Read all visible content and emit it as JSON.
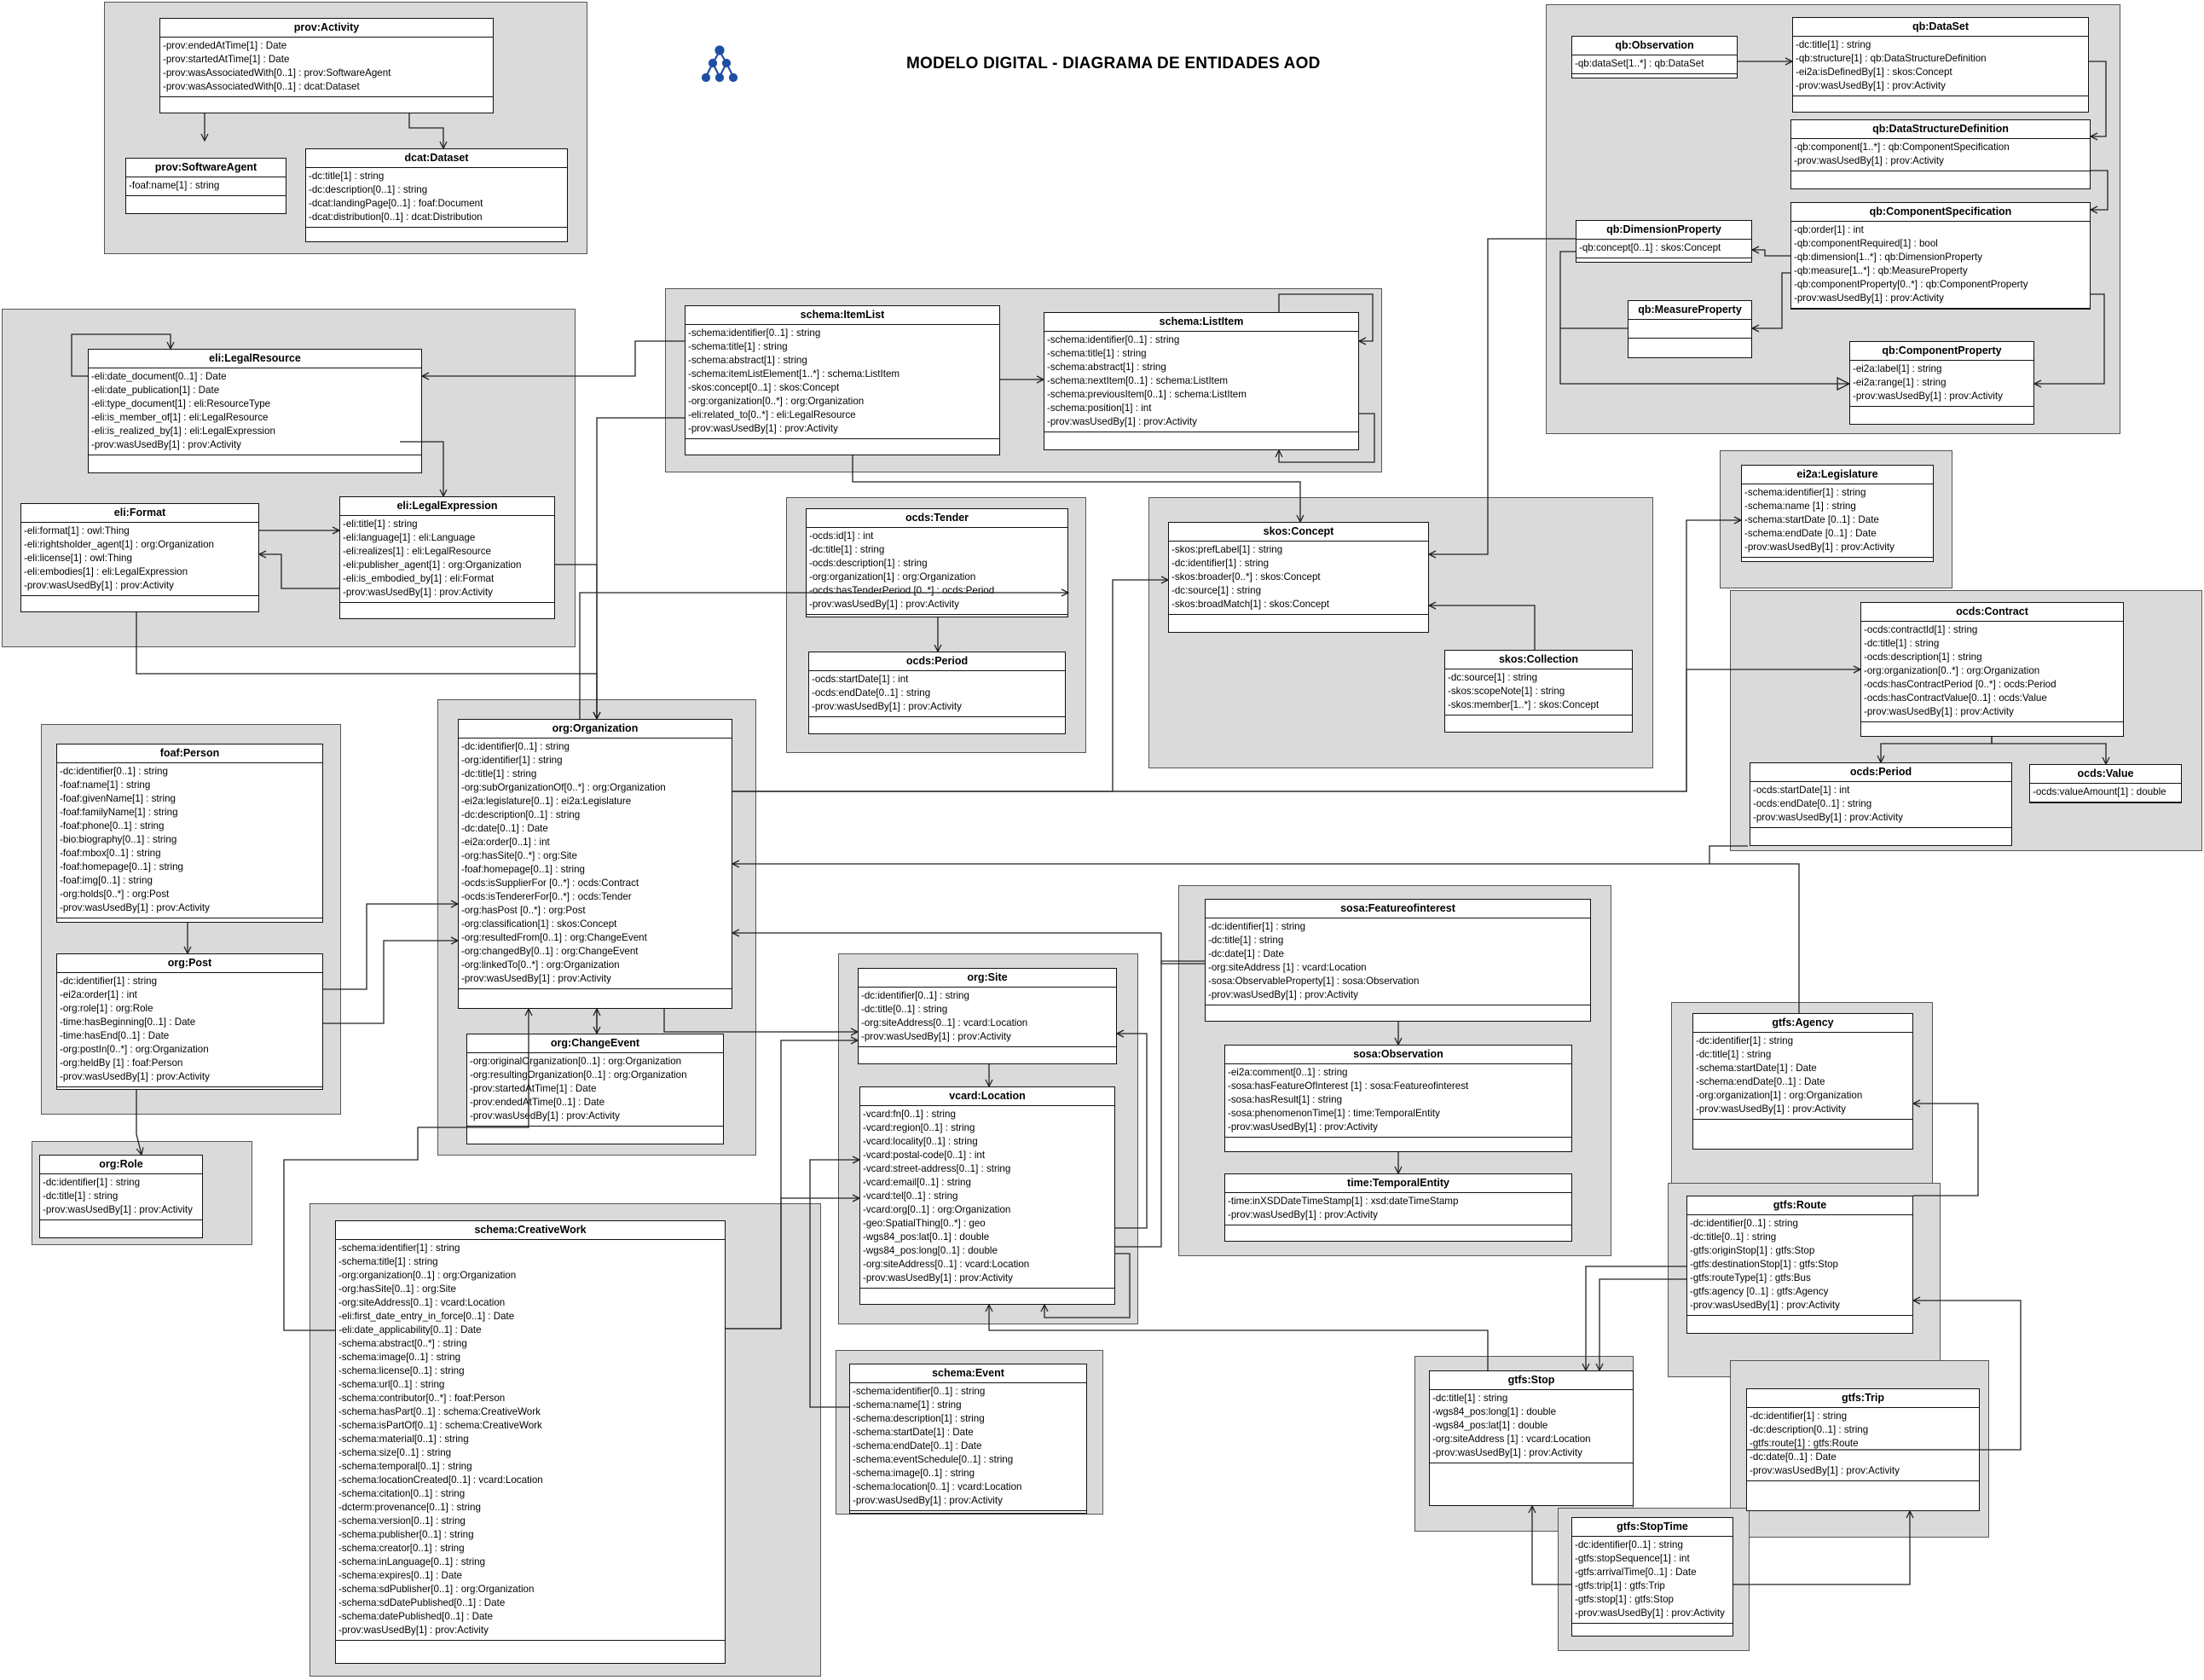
{
  "page_title": "MODELO DIGITAL - DIAGRAMA DE ENTIDADES AOD",
  "logo": {
    "icon": "network-tree-icon",
    "color": "#1e4fa3"
  },
  "entities": [
    {
      "id": "prov-activity",
      "name": "prov:Activity",
      "attrs": [
        "-prov:endedAtTime[1] : Date",
        "-prov:startedAtTime[1] : Date",
        "-prov:wasAssociatedWith[0..1] : prov:SoftwareAgent",
        "-prov:wasAssociatedWith[0..1] : dcat:Dataset"
      ]
    },
    {
      "id": "prov-softwareagent",
      "name": "prov:SoftwareAgent",
      "attrs": [
        "-foaf:name[1] : string"
      ]
    },
    {
      "id": "dcat-dataset",
      "name": "dcat:Dataset",
      "attrs": [
        "-dc:title[1] : string",
        "-dc:description[0..1] : string",
        "-dcat:landingPage[0..1] : foaf:Document",
        "-dcat:distribution[0..1] : dcat:Distribution"
      ]
    },
    {
      "id": "eli-legalresource",
      "name": "eli:LegalResource",
      "attrs": [
        "-eli:date_document[0..1] : Date",
        "-eli:date_publication[1] : Date",
        "-eli:type_document[1] : eli:ResourceType",
        "-eli:is_member_of[1] : eli:LegalResource",
        "-eli:is_realized_by[1] : eli:LegalExpression",
        "-prov:wasUsedBy[1] : prov:Activity"
      ]
    },
    {
      "id": "eli-format",
      "name": "eli:Format",
      "attrs": [
        "-eli:format[1] : owl:Thing",
        "-eli:rightsholder_agent[1] : org:Organization",
        "-eli:license[1] : owl:Thing",
        "-eli:embodies[1] : eli:LegalExpression",
        "-prov:wasUsedBy[1] : prov:Activity"
      ]
    },
    {
      "id": "eli-legalexpression",
      "name": "eli:LegalExpression",
      "attrs": [
        "-eli:title[1] : string",
        "-eli:language[1] : eli:Language",
        "-eli:realizes[1] : eli:LegalResource",
        "-eli:publisher_agent[1] : org:Organization",
        "-eli:is_embodied_by[1] : eli:Format",
        "-prov:wasUsedBy[1] : prov:Activity"
      ]
    },
    {
      "id": "schema-itemlist",
      "name": "schema:ItemList",
      "attrs": [
        "-schema:identifier[0..1] : string",
        "-schema:title[1] : string",
        "-schema:abstract[1] : string",
        "-schema:itemListElement[1..*] : schema:ListItem",
        "-skos:concept[0..1] : skos:Concept",
        "-org:organization[0..*] : org:Organization",
        "-eli:related_to[0..*] : eli:LegalResource",
        "-prov:wasUsedBy[1] : prov:Activity"
      ]
    },
    {
      "id": "schema-listitem",
      "name": "schema:ListItem",
      "attrs": [
        "-schema:identifier[0..1] : string",
        "-schema:title[1] : string",
        "-schema:abstract[1] : string",
        "-schema:nextItem[0..1] : schema:ListItem",
        "-schema:previousItem[0..1] : schema:ListItem",
        "-schema:position[1] : int",
        "-prov:wasUsedBy[1] : prov:Activity"
      ]
    },
    {
      "id": "qb-observation",
      "name": "qb:Observation",
      "attrs": [
        "-qb:dataSet[1..*] : qb:DataSet"
      ]
    },
    {
      "id": "qb-dataset",
      "name": "qb:DataSet",
      "attrs": [
        "-dc:title[1] : string",
        "-qb:structure[1] : qb:DataStructureDefinition",
        "-ei2a:isDefinedBy[1] : skos:Concept",
        "-prov:wasUsedBy[1] : prov:Activity"
      ]
    },
    {
      "id": "qb-datastructuredefinition",
      "name": "qb:DataStructureDefinition",
      "attrs": [
        "-qb:component[1..*] : qb:ComponentSpecification",
        "-prov:wasUsedBy[1] : prov:Activity"
      ]
    },
    {
      "id": "qb-dimensionproperty",
      "name": "qb:DimensionProperty",
      "attrs": [
        "-qb:concept[0..1] : skos:Concept"
      ]
    },
    {
      "id": "qb-componentspecification",
      "name": "qb:ComponentSpecification",
      "attrs": [
        "-qb:order[1] : int",
        "-qb:componentRequired[1] : bool",
        "-qb:dimension[1..*] : qb:DimensionProperty",
        "-qb:measure[1..*] : qb:MeasureProperty",
        "-qb:componentProperty[0..*] : qb:ComponentProperty",
        "-prov:wasUsedBy[1] : prov:Activity"
      ]
    },
    {
      "id": "qb-measureproperty",
      "name": "qb:MeasureProperty",
      "attrs": []
    },
    {
      "id": "qb-componentproperty",
      "name": "qb:ComponentProperty",
      "attrs": [
        "-ei2a:label[1] : string",
        "-ei2a:range[1] : string",
        "-prov:wasUsedBy[1] : prov:Activity"
      ]
    },
    {
      "id": "ocds-tender",
      "name": "ocds:Tender",
      "attrs": [
        "-ocds:id[1] : int",
        "-dc:title[1] : string",
        "-ocds:description[1] : string",
        "-org:organization[1] : org:Organization",
        "-ocds:hasTenderPeriod [0..*] : ocds:Period",
        "-prov:wasUsedBy[1] : prov:Activity"
      ]
    },
    {
      "id": "ocds-period-tender",
      "name": "ocds:Period",
      "attrs": [
        "-ocds:startDate[1] : int",
        "-ocds:endDate[0..1] : string",
        "-prov:wasUsedBy[1] : prov:Activity"
      ]
    },
    {
      "id": "skos-concept",
      "name": "skos:Concept",
      "attrs": [
        "-skos:prefLabel[1] : string",
        "-dc:identifier[1] : string",
        "-skos:broader[0..*] : skos:Concept",
        "-dc:source[1] : string",
        "-skos:broadMatch[1] : skos:Concept"
      ]
    },
    {
      "id": "skos-collection",
      "name": "skos:Collection",
      "attrs": [
        "-dc:source[1] : string",
        "-skos:scopeNote[1] : string",
        "-skos:member[1..*] : skos:Concept"
      ]
    },
    {
      "id": "ei2a-legislature",
      "name": "ei2a:Legislature",
      "attrs": [
        "-schema:identifier[1] : string",
        "-schema:name [1] : string",
        "-schema:startDate [0..1] : Date",
        "-schema:endDate [0..1] : Date",
        "-prov:wasUsedBy[1] : prov:Activity"
      ]
    },
    {
      "id": "ocds-contract",
      "name": "ocds:Contract",
      "attrs": [
        "-ocds:contractId[1] : string",
        "-dc:title[1] : string",
        "-ocds:description[1] : string",
        "-org:organization[0..*] : org:Organization",
        "-ocds:hasContractPeriod [0..*] : ocds:Period",
        "-ocds:hasContractValue[0..1] : ocds:Value",
        "-prov:wasUsedBy[1] : prov:Activity"
      ]
    },
    {
      "id": "ocds-period-contract",
      "name": "ocds:Period",
      "attrs": [
        "-ocds:startDate[1] : int",
        "-ocds:endDate[0..1] : string",
        "-prov:wasUsedBy[1] : prov:Activity"
      ]
    },
    {
      "id": "ocds-value",
      "name": "ocds:Value",
      "attrs": [
        "-ocds:valueAmount[1] : double"
      ]
    },
    {
      "id": "foaf-person",
      "name": "foaf:Person",
      "attrs": [
        "-dc:identifier[0..1] : string",
        "-foaf:name[1] : string",
        "-foaf:givenName[1] : string",
        "-foaf:familyName[1] : string",
        "-foaf:phone[0..1] : string",
        "-bio:biography[0..1] : string",
        "-foaf:mbox[0..1] : string",
        "-foaf:homepage[0..1] : string",
        "-foaf:img[0..1] : string",
        "-org:holds[0..*] : org:Post",
        "-prov:wasUsedBy[1] : prov:Activity"
      ]
    },
    {
      "id": "org-post",
      "name": "org:Post",
      "attrs": [
        "-dc:identifier[1] : string",
        "-ei2a:order[1] : int",
        "-org:role[1] : org:Role",
        "-time:hasBeginning[0..1] : Date",
        "-time:hasEnd[0..1] : Date",
        "-org:postIn[0..*] : org:Organization",
        "-org:heldBy [1] : foaf:Person",
        "-prov:wasUsedBy[1] : prov:Activity"
      ]
    },
    {
      "id": "org-role",
      "name": "org:Role",
      "attrs": [
        "-dc:identifier[1] : string",
        "-dc:title[1] : string",
        "-prov:wasUsedBy[1] : prov:Activity"
      ]
    },
    {
      "id": "org-organization",
      "name": "org:Organization",
      "attrs": [
        "-dc:identifier[0..1] : string",
        "-org:identifier[1] : string",
        "-dc:title[1] : string",
        "-org:subOrganizationOf[0..*] : org:Organization",
        "-ei2a:legislature[0..1] : ei2a:Legislature",
        "-dc:description[0..1] : string",
        "-dc:date[0..1] : Date",
        "-ei2a:order[0..1] : int",
        "-org:hasSite[0..*] : org:Site",
        "-foaf:homepage[0..1] : string",
        "-ocds:isSupplierFor [0..*] : ocds:Contract",
        "-ocds:isTendererFor[0..*] : ocds:Tender",
        "-org:hasPost [0..*] : org:Post",
        "-org:classification[1] : skos:Concept",
        "-org:resultedFrom[0..1] : org:ChangeEvent",
        "-org:changedBy[0..1] : org:ChangeEvent",
        "-org:linkedTo[0..*] : org:Organization",
        "-prov:wasUsedBy[1] : prov:Activity"
      ]
    },
    {
      "id": "org-changeevent",
      "name": "org:ChangeEvent",
      "attrs": [
        "-org:originalOrganization[0..1] : org:Organization",
        "-org:resultingOrganization[0..1] : org:Organization",
        "-prov:startedAtTime[1] : Date",
        "-prov:endedAtTime[0..1] : Date",
        "-prov:wasUsedBy[1] : prov:Activity"
      ]
    },
    {
      "id": "org-site",
      "name": "org:Site",
      "attrs": [
        "-dc:identifier[0..1] : string",
        "-dc:title[0..1] : string",
        "-org:siteAddress[0..1] : vcard:Location",
        "-prov:wasUsedBy[1] : prov:Activity"
      ]
    },
    {
      "id": "vcard-location",
      "name": "vcard:Location",
      "attrs": [
        "-vcard:fn[0..1] : string",
        "-vcard:region[0..1] : string",
        "-vcard:locality[0..1] : string",
        "-vcard:postal-code[0..1] : int",
        "-vcard:street-address[0..1] : string",
        "-vcard:email[0..1] : string",
        "-vcard:tel[0..1] : string",
        "-vcard:org[0..1] : org:Organization",
        "-geo:SpatialThing[0..*] : geo",
        "-wgs84_pos:lat[0..1] : double",
        "-wgs84_pos:long[0..1] : double",
        "-org:siteAddress[0..1] : vcard:Location",
        "-prov:wasUsedBy[1] : prov:Activity"
      ]
    },
    {
      "id": "sosa-featureofinterest",
      "name": "sosa:Featureofinterest",
      "attrs": [
        "-dc:identifier[1] : string",
        "-dc:title[1] : string",
        "-dc:date[1] : Date",
        "-org:siteAddress [1] : vcard:Location",
        "-sosa:ObservableProperty[1] : sosa:Observation",
        "-prov:wasUsedBy[1] : prov:Activity"
      ]
    },
    {
      "id": "sosa-observation",
      "name": "sosa:Observation",
      "attrs": [
        "-ei2a:comment[0..1] : string",
        "-sosa:hasFeatureOfInterest [1] : sosa:Featureofinterest",
        "-sosa:hasResult[1] : string",
        "-sosa:phenomenonTime[1] : time:TemporalEntity",
        "-prov:wasUsedBy[1] : prov:Activity"
      ]
    },
    {
      "id": "time-temporalentity",
      "name": "time:TemporalEntity",
      "attrs": [
        "-time:inXSDDateTimeStamp[1] : xsd:dateTimeStamp",
        "-prov:wasUsedBy[1] : prov:Activity"
      ]
    },
    {
      "id": "gtfs-agency",
      "name": "gtfs:Agency",
      "attrs": [
        "-dc:identifier[1] : string",
        "-dc:title[1] : string",
        "-schema:startDate[1] : Date",
        "-schema:endDate[0..1] : Date",
        "-org:organization[1] : org:Organization",
        "-prov:wasUsedBy[1] : prov:Activity"
      ]
    },
    {
      "id": "gtfs-route",
      "name": "gtfs:Route",
      "attrs": [
        "-dc:identifier[0..1] : string",
        "-dc:title[0..1] : string",
        "-gtfs:originStop[1] : gtfs:Stop",
        "-gtfs:destinationStop[1] : gtfs:Stop",
        "-gtfs:routeType[1] : gtfs:Bus",
        "-gtfs:agency [0..1] : gtfs:Agency",
        "-prov:wasUsedBy[1] : prov:Activity"
      ]
    },
    {
      "id": "schema-creativework",
      "name": "schema:CreativeWork",
      "attrs": [
        "-schema:identifier[1] : string",
        "-schema:title[1] : string",
        "-org:organization[0..1] : org:Organization",
        "-org:hasSite[0..1] : org:Site",
        "-org:siteAddress[0..1] : vcard:Location",
        "-eli:first_date_entry_in_force[0..1] : Date",
        "-eli:date_applicability[0..1] : Date",
        "-schema:abstract[0..*] : string",
        "-schema:image[0..1] : string",
        "-schema:license[0..1] : string",
        "-schema:url[0..1] : string",
        "-schema:contributor[0..*] : foaf:Person",
        "-schema:hasPart[0..1] : schema:CreativeWork",
        "-schema:isPartOf[0..1] : schema:CreativeWork",
        "-schema:material[0..1] : string",
        "-schema:size[0..1] : string",
        "-schema:temporal[0..1] : string",
        "-schema:locationCreated[0..1] : vcard:Location",
        "-schema:citation[0..1] : string",
        "-dcterm:provenance[0..1] : string",
        "-schema:version[0..1] : string",
        "-schema:publisher[0..1] : string",
        "-schema:creator[0..1] : string",
        "-schema:inLanguage[0..1] : string",
        "-schema:expires[0..1] : Date",
        "-schema:sdPublisher[0..1] : org:Organization",
        "-schema:sdDatePublished[0..1] : Date",
        "-schema:datePublished[0..1] : Date",
        "-prov:wasUsedBy[1] : prov:Activity"
      ]
    },
    {
      "id": "schema-event",
      "name": "schema:Event",
      "attrs": [
        "-schema:identifier[0..1] : string",
        "-schema:name[1] : string",
        "-schema:description[1] : string",
        "-schema:startDate[1] : Date",
        "-schema:endDate[0..1] : Date",
        "-schema:eventSchedule[0..1] : string",
        "-schema:image[0..1] : string",
        "-schema:location[0..1] : vcard:Location",
        "-prov:wasUsedBy[1] : prov:Activity"
      ]
    },
    {
      "id": "gtfs-stop",
      "name": "gtfs:Stop",
      "attrs": [
        "-dc:title[1] : string",
        "-wgs84_pos:long[1] : double",
        "-wgs84_pos:lat[1] : double",
        "-org:siteAddress [1] : vcard:Location",
        "-prov:wasUsedBy[1] : prov:Activity"
      ]
    },
    {
      "id": "gtfs-trip",
      "name": "gtfs:Trip",
      "attrs": [
        "-dc:identifier[1] : string",
        "-dc:description[0..1] : string",
        "-gtfs:route[1] : gtfs:Route",
        "-dc:date[0..1] : Date",
        "-prov:wasUsedBy[1] : prov:Activity"
      ]
    },
    {
      "id": "gtfs-stoptime",
      "name": "gtfs:StopTime",
      "attrs": [
        "-dc:identifier[0..1] : string",
        "-gtfs:stopSequence[1] : int",
        "-gtfs:arrivalTime[0..1] : Date",
        "-gtfs:trip[1] : gtfs:Trip",
        "-gtfs:stop[1] : gtfs:Stop",
        "-prov:wasUsedBy[1] : prov:Activity"
      ]
    }
  ]
}
